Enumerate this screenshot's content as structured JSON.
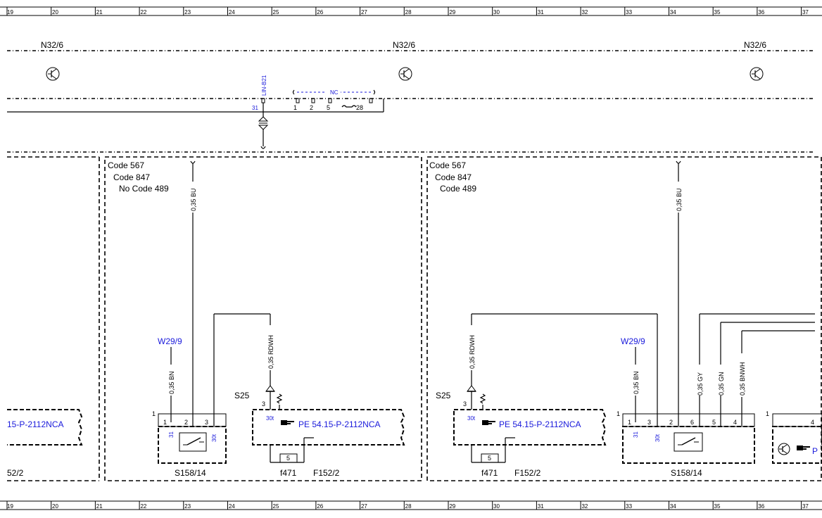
{
  "ruler": {
    "columns": [
      "19",
      "20",
      "21",
      "22",
      "23",
      "24",
      "25",
      "26",
      "27",
      "28",
      "29",
      "30",
      "31",
      "32",
      "33",
      "34",
      "35",
      "36",
      "37"
    ]
  },
  "components": {
    "n32_left": "N32/6",
    "n32_mid": "N32/6",
    "n32_right": "N32/6"
  },
  "bus": {
    "lin_label": "LIN-B21",
    "pin_31": "31",
    "nc_label": "NC",
    "pins": [
      "1",
      "2",
      "5",
      "28"
    ]
  },
  "left_section": {
    "codes": [
      "Code 567",
      "Code 847",
      "No Code 489"
    ],
    "wire_bu": "0,35 BU",
    "wire_rdwh": "0,35 RDWH",
    "wire_bn": "0,35 BN",
    "w29": "W29/9",
    "s25": "S25",
    "pin3": "3",
    "pin_30t": "30t",
    "pe_ref": "PE 54.15-P-2112NCA",
    "partial_ref": "15-P-2112NCA",
    "partial_bottom": "52/2",
    "switch_pins": [
      "1",
      "2",
      "3"
    ],
    "switch_pin_labels": [
      "31",
      "30t"
    ],
    "switch_corner": "1",
    "switch_name": "S158/14",
    "fuse_value": "5",
    "fuse_name": "f471",
    "fuse_box": "F152/2"
  },
  "right_section": {
    "codes": [
      "Code 567",
      "Code 847",
      "Code 489"
    ],
    "wire_bu": "0,35 BU",
    "wire_rdwh": "0,35 RDWH",
    "wire_bn": "0,35 BN",
    "wire_gy": "0,35 GY",
    "wire_gn": "0,35 GN",
    "wire_bnwh": "0,35 BNWH",
    "w29": "W29/9",
    "s25": "S25",
    "pin3": "3",
    "pin_30t": "30t",
    "pe_ref": "PE 54.15-P-2112NCA",
    "switch_pins": [
      "1",
      "3",
      "2",
      "6",
      "5",
      "4"
    ],
    "switch_pin_labels": [
      "31",
      "30t"
    ],
    "switch_corner": "1",
    "switch_name": "S158/14",
    "fuse_value": "5",
    "fuse_name": "f471",
    "fuse_box": "F152/2",
    "edge_pin": "4",
    "edge_ref": "P"
  }
}
